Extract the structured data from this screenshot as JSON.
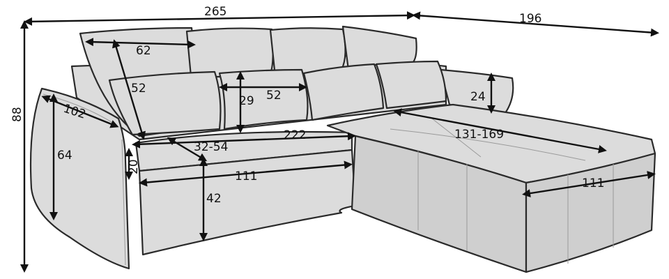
{
  "diagram": {
    "colors": {
      "sofa_fill": "#dcdcdc",
      "outline": "#2a2a2a",
      "dimension_lines": "#111111"
    },
    "dimensions": {
      "total_width": "265",
      "chaise_depth": "196",
      "total_height": "88",
      "armrest_depth": "102",
      "armrest_height": "64",
      "back_cushion_width": "62",
      "back_cushion_height": "52",
      "pillow_width": "52",
      "pillow_height": "29",
      "chaise_armrest_height": "24",
      "seat_width": "222",
      "chaise_length": "131-169",
      "seat_depth": "32-54",
      "armrest_thickness": "20",
      "front_width": "111",
      "seat_height": "42",
      "chaise_width": "111"
    }
  }
}
